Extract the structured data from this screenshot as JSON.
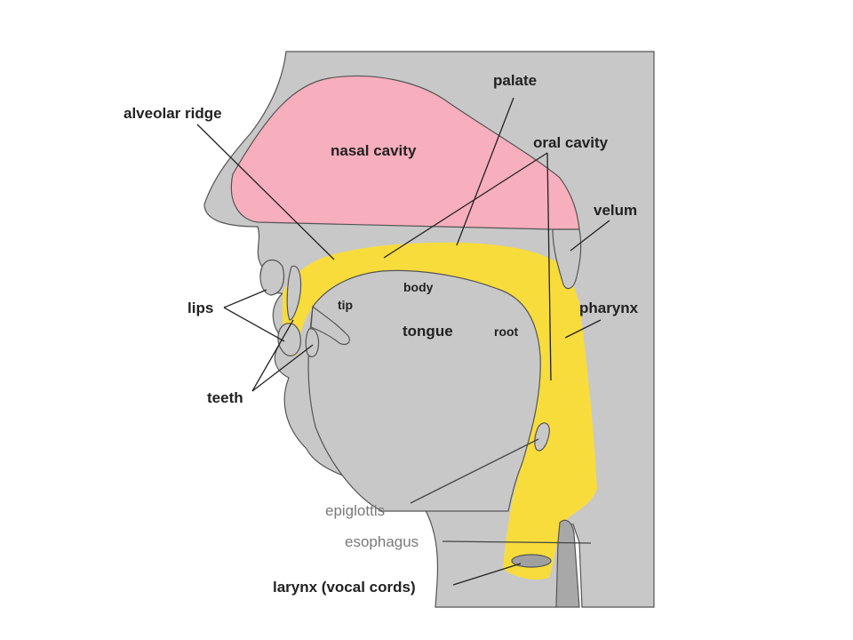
{
  "colors": {
    "background": "#ffffff",
    "head_tissue": "#c8c8c8",
    "outline": "#555555",
    "nasal_cavity": "#f7aebd",
    "vocal_tract": "#f8dc3c",
    "label_text": "#222222",
    "label_text_grey": "#7a7a7a"
  },
  "labels": {
    "alveolar_ridge": "alveolar ridge",
    "nasal_cavity": "nasal cavity",
    "palate": "palate",
    "oral_cavity": "oral cavity",
    "velum": "velum",
    "lips": "lips",
    "body": "body",
    "tip": "tip",
    "tongue": "tongue",
    "root": "root",
    "pharynx": "pharynx",
    "teeth": "teeth",
    "epiglottis": "epiglottis",
    "esophagus": "esophagus",
    "larynx": "larynx (vocal cords)"
  }
}
